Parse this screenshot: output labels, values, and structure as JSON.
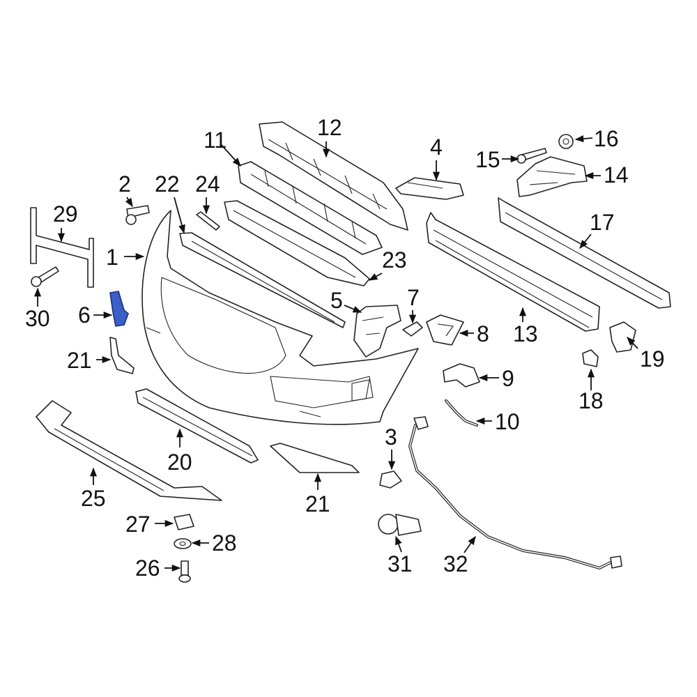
{
  "diagram": {
    "highlight_color": "#3a5fc8",
    "callouts": {
      "c1": "1",
      "c2": "2",
      "c3": "3",
      "c4": "4",
      "c5": "5",
      "c6": "6",
      "c7": "7",
      "c8": "8",
      "c9": "9",
      "c10": "10",
      "c11": "11",
      "c12": "12",
      "c13": "13",
      "c14": "14",
      "c15": "15",
      "c16": "16",
      "c17": "17",
      "c18": "18",
      "c19": "19",
      "c20": "20",
      "c21a": "21",
      "c21b": "21",
      "c22": "22",
      "c23": "23",
      "c24": "24",
      "c25": "25",
      "c26": "26",
      "c27": "27",
      "c28": "28",
      "c29": "29",
      "c30": "30",
      "c31": "31",
      "c32": "32"
    }
  }
}
